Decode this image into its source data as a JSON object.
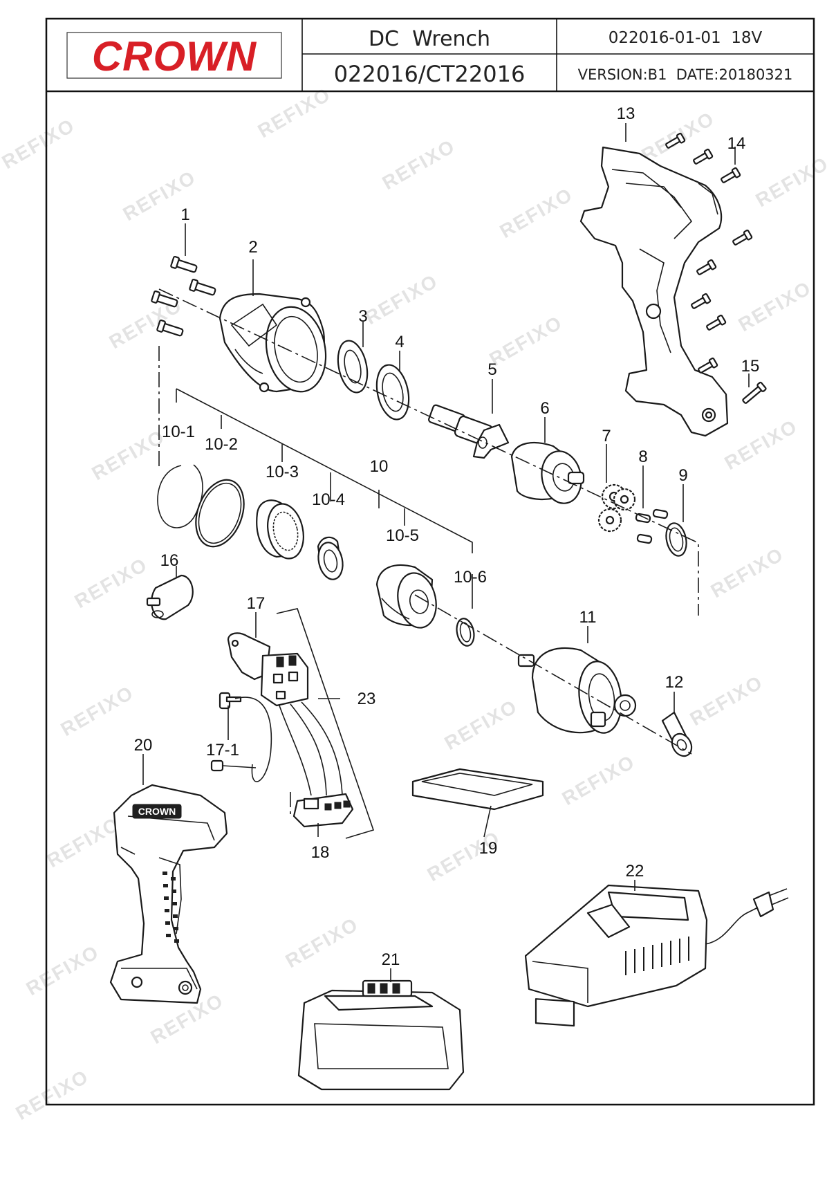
{
  "header": {
    "brand": "CROWN",
    "product_name": "DC  Wrench",
    "model": "022016/CT22016",
    "doc_code": "022016-01-01  18V",
    "version_line": "VERSION:B1  DATE:20180321"
  },
  "watermark_text": "REFIXO",
  "brand_color": "#d81f26",
  "battery_label": "CROWN",
  "callouts": {
    "c1": "1",
    "c2": "2",
    "c3": "3",
    "c4": "4",
    "c5": "5",
    "c6": "6",
    "c7": "7",
    "c8": "8",
    "c9": "9",
    "c10": "10",
    "c10_1": "10-1",
    "c10_2": "10-2",
    "c10_3": "10-3",
    "c10_4": "10-4",
    "c10_5": "10-5",
    "c10_6": "10-6",
    "c11": "11",
    "c12": "12",
    "c13": "13",
    "c14": "14",
    "c15": "15",
    "c16": "16",
    "c17": "17",
    "c17_1": "17-1",
    "c18": "18",
    "c19": "19",
    "c20": "20",
    "c21": "21",
    "c22": "22",
    "c23": "23"
  }
}
